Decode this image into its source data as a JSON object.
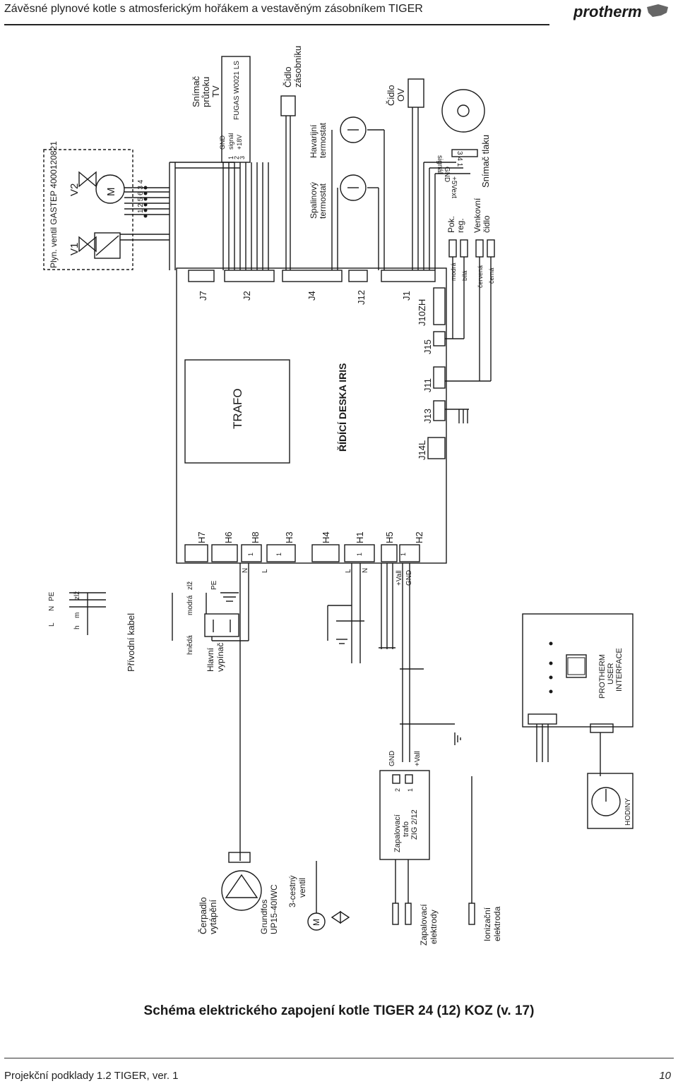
{
  "header": {
    "title": "Závěsné plynové kotle s atmosferickým hořákem a vestavěným zásobníkem TIGER",
    "brand": "protherm"
  },
  "diagram": {
    "gas_valve": "Plyn. ventil GASTEP 4000120821",
    "v1": "V1",
    "v2": "V2",
    "motor_m": "M",
    "valve_pins": "1 2 5 6 3 4",
    "flow_sensor_pins": [
      "GND",
      "signál",
      "+18V"
    ],
    "flow_sensor_nums": [
      "1",
      "2",
      "3"
    ],
    "flow_sensor_model": "FUGAS W0021 LS",
    "flow_sensor": [
      "Snímač",
      "průtoku",
      "TV"
    ],
    "tank_sensor": [
      "Čidlo",
      "zásobníku"
    ],
    "flue_thermostat": [
      "Spalinový",
      "termostat"
    ],
    "emergency_thermostat": [
      "Havarijní",
      "termostat"
    ],
    "heating_sensor": [
      "Čidlo",
      "OV"
    ],
    "pressure_pins": [
      "signál",
      "GND",
      "+5Vext"
    ],
    "pressure_pin_nums": "3 4 1",
    "pressure_sensor": "Snímač tlaku",
    "room_regulator": [
      "Pok.",
      "reg."
    ],
    "outdoor_sensor": [
      "Venkovní",
      "čidlo"
    ],
    "wire_colors_right": [
      "modrá",
      "bílá",
      "červená",
      "černá"
    ],
    "connectors_top": [
      "J7",
      "J2",
      "J4",
      "J12",
      "J1",
      "J10ZH",
      "J15",
      "J11",
      "J13",
      "J14L"
    ],
    "transformer": "TRAFO",
    "board": "ŘÍDÍCÍ DESKA IRIS",
    "connectors_bottom": [
      "H7",
      "H6",
      "H8",
      "H3",
      "H4",
      "H1",
      "H5",
      "H2"
    ],
    "pin_one": "1",
    "supply_pins": [
      "L",
      "N",
      "PE"
    ],
    "supply_wires": [
      "h",
      "m",
      "zlž"
    ],
    "supply_cable": "Přívodní kabel",
    "switch_wires": [
      "hnědá",
      "modrá",
      "zlž"
    ],
    "pe": "PE",
    "main_switch": [
      "Hlavní",
      "vypínač"
    ],
    "n": "N",
    "l": "L",
    "vall": "+Vall",
    "gnd": "GND",
    "user_interface": [
      "PROTHERM",
      "USER",
      "INTERFACE"
    ],
    "ignition_trafo": [
      "Zapalovací",
      "trafo",
      "ZIG 2/12"
    ],
    "ignition_pins": [
      "2",
      "1"
    ],
    "clock": "HODINY",
    "pump": [
      "Čerpadlo",
      "vytápění"
    ],
    "pump_model": [
      "Grundfos",
      "UP15-40IWC"
    ],
    "three_way_valve": [
      "3-cestný",
      "ventil"
    ],
    "ignition_electrodes": [
      "Zapalovací",
      "elektrody"
    ],
    "ionization_electrode": [
      "Ionizační",
      "elektroda"
    ]
  },
  "caption": "Schéma elektrického zapojení kotle TIGER 24 (12) KOZ (v. 17)",
  "footer": {
    "left": "Projekční podklady 1.2 TIGER, ver. 1",
    "page": "10"
  }
}
